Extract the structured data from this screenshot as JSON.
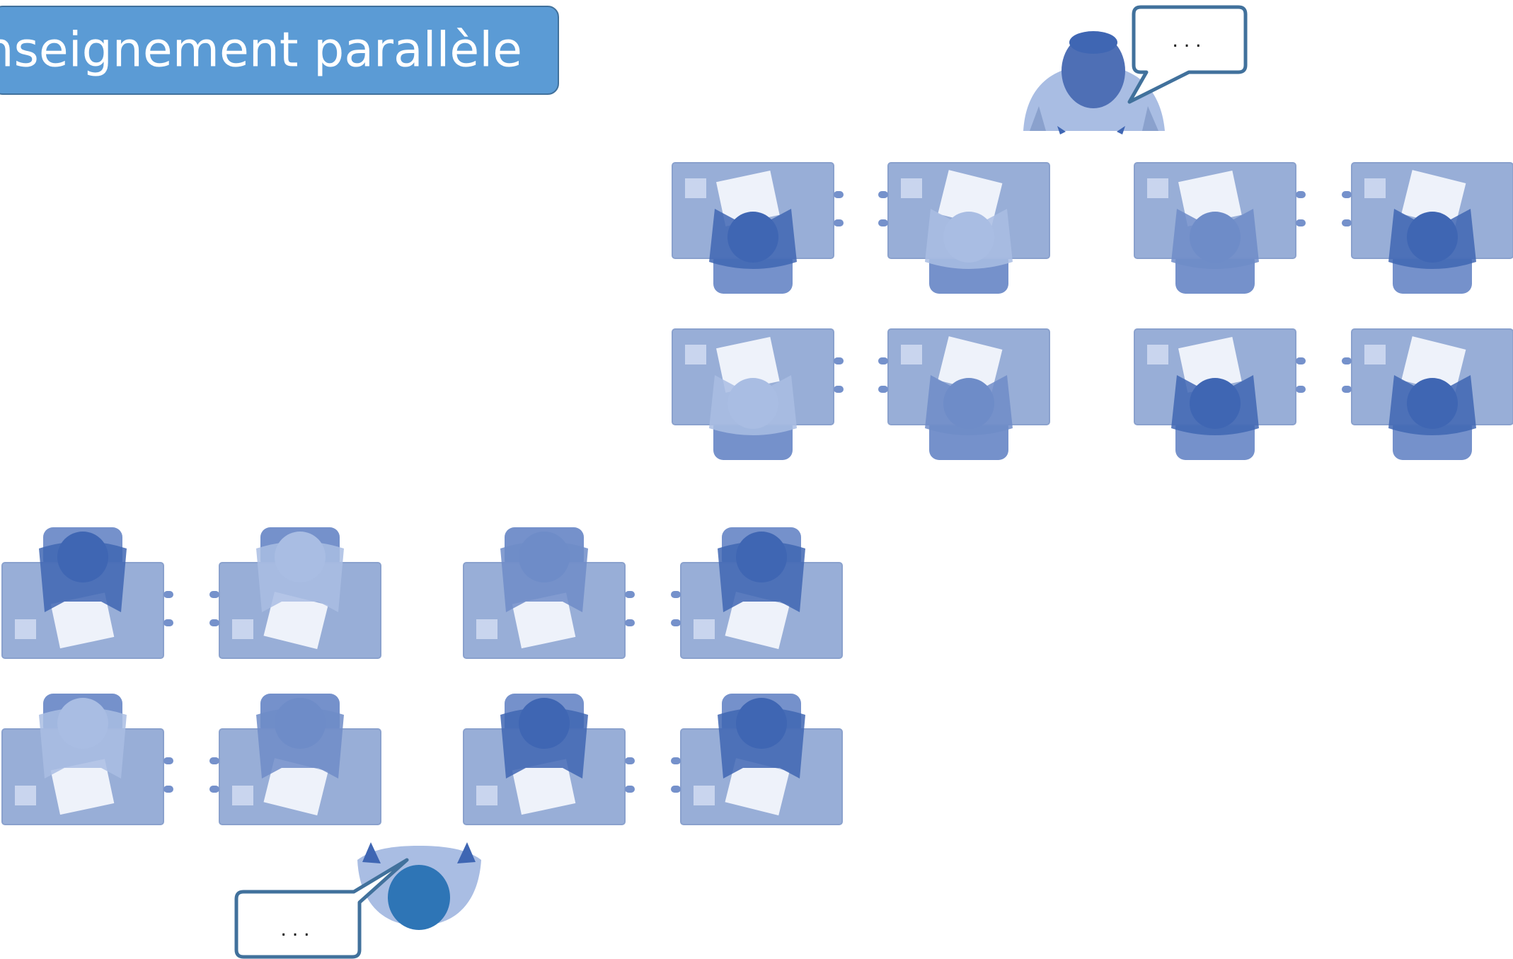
{
  "title": "nseignement parallèle",
  "speech_bubble_top": "...",
  "speech_bubble_bottom": "...",
  "colors": {
    "banner": "#5b9bd5",
    "banner_border": "#41719c",
    "desk": "#98aed7",
    "desk_border": "#8aa1cd",
    "chair": "#7591cb",
    "person_dark": "#3f66b3",
    "person_mid": "#6e8cc8",
    "person_light": "#a9bde3",
    "paper": "#eef2fa",
    "teacher_head_bottom": "#2e75b6",
    "bubble_border": "#41719c"
  },
  "groups": [
    {
      "name": "group-top-right",
      "teacher": "teacher-top"
    },
    {
      "name": "group-bottom-left",
      "teacher": "teacher-bottom"
    }
  ]
}
